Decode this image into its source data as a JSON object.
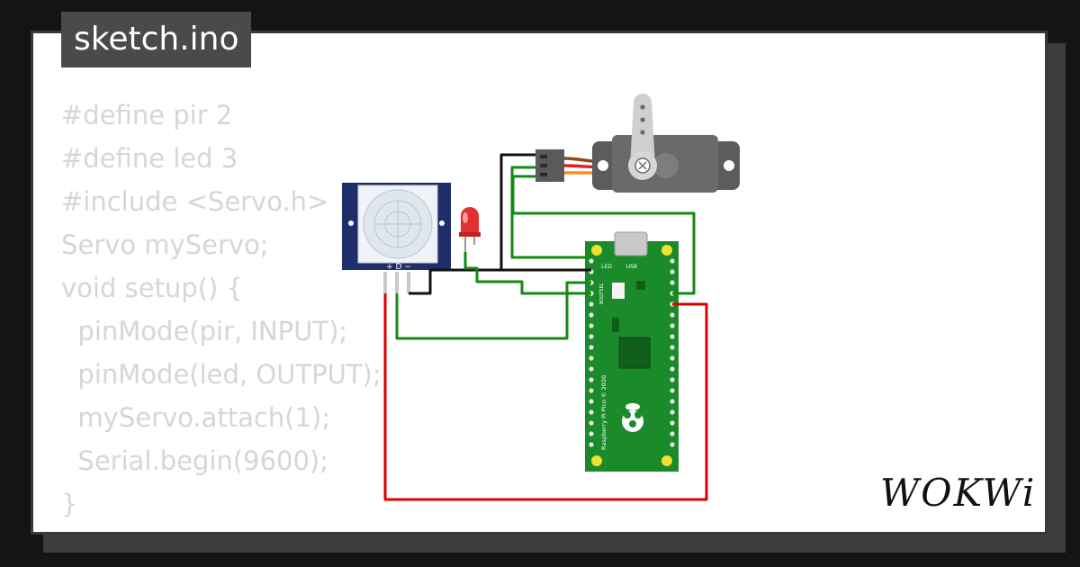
{
  "file_tab": {
    "label": "sketch.ino"
  },
  "code_lines": [
    "#define pir 2",
    "#define led 3",
    "#include <Servo.h>",
    "Servo myServo;",
    "void setup() {",
    "  pinMode(pir, INPUT);",
    "  pinMode(led, OUTPUT);",
    "  myServo.attach(1);",
    "  Serial.begin(9600);",
    "}"
  ],
  "pir_sensor": {
    "pin_labels": "+ D −"
  },
  "pico": {
    "usb_label": "USB",
    "led_label": "LED",
    "bootsel_label": "BOOTSEL",
    "board_name": "Raspberry Pi Pico © 2020"
  },
  "brand": {
    "name": "WOKWi"
  },
  "colors": {
    "background": "#141414",
    "card": "#ffffff",
    "pico_green": "#1b8a2a",
    "wire_green": "#138a13",
    "wire_red": "#dd0000",
    "pir_blue": "#1f2d6b",
    "led_red": "#e33030"
  }
}
